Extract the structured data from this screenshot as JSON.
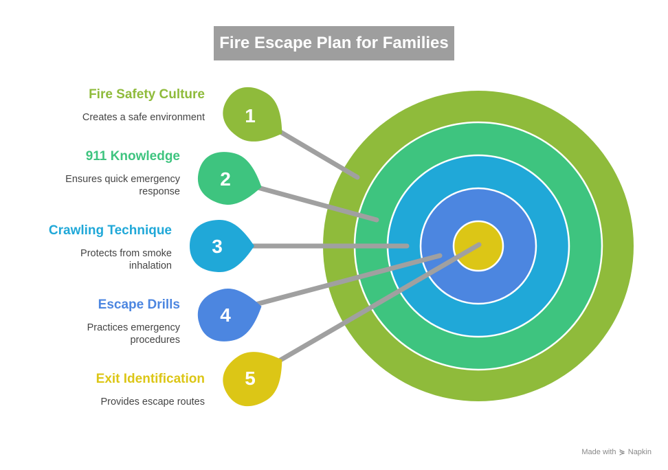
{
  "title": "Fire Escape Plan for Families",
  "items": [
    {
      "number": "1",
      "title": "Fire Safety Culture",
      "desc": "Creates a safe environment",
      "color": "#8fbb3b"
    },
    {
      "number": "2",
      "title": "911 Knowledge",
      "desc": "Ensures quick emergency response",
      "color": "#3ec47f"
    },
    {
      "number": "3",
      "title": "Crawling Technique",
      "desc": "Protects from smoke inhalation",
      "color": "#20a8d8"
    },
    {
      "number": "4",
      "title": "Escape Drills",
      "desc": "Practices emergency procedures",
      "color": "#4c86e0"
    },
    {
      "number": "5",
      "title": "Exit Identification",
      "desc": "Provides escape routes",
      "color": "#dcc616"
    }
  ],
  "rings": [
    {
      "color": "#8fbb3b"
    },
    {
      "color": "#3ec47f"
    },
    {
      "color": "#20a8d8"
    },
    {
      "color": "#4c86e0"
    },
    {
      "color": "#dcc616"
    }
  ],
  "footer": {
    "prefix": "Made with",
    "brand": "Napkin",
    "icon": "napkin-logo-icon"
  }
}
